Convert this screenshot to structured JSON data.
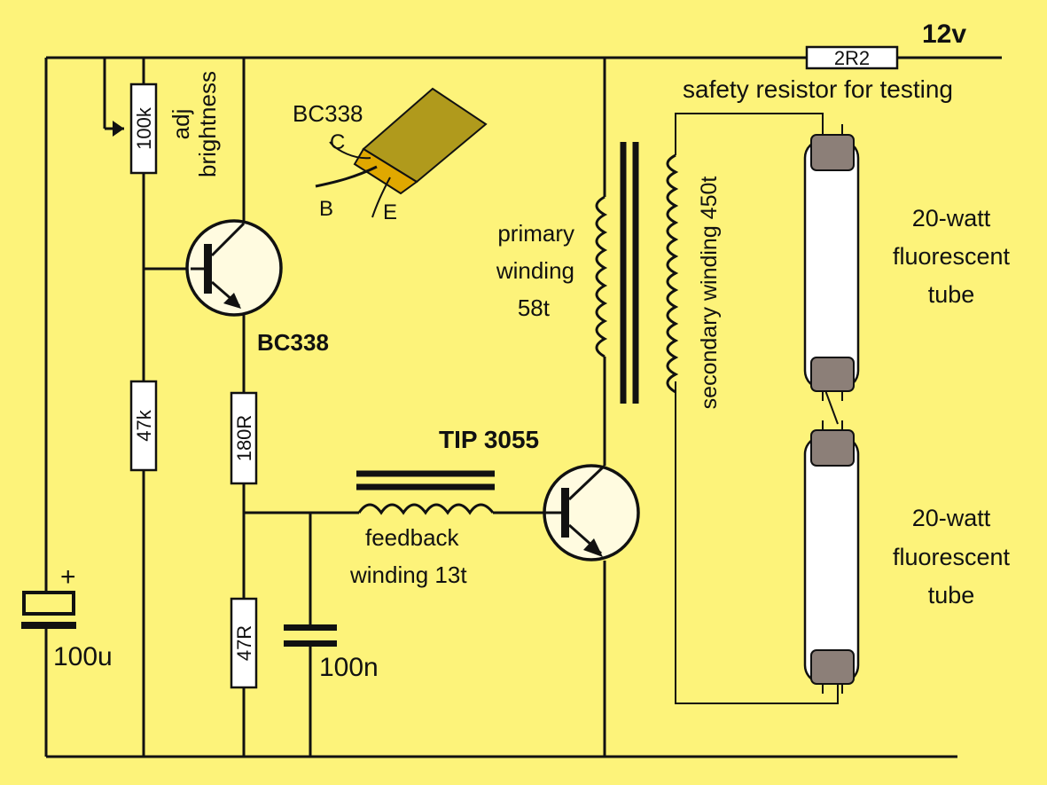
{
  "labels": {
    "supply": "12v",
    "safety_resistor": "2R2",
    "safety_note": "safety resistor for testing",
    "pot_value": "100k",
    "adj_line1": "adj",
    "adj_line2": "brightness",
    "r_47k": "47k",
    "r_180r": "180R",
    "r_47r": "47R",
    "cap_electrolytic": "100u",
    "cap_plus": "+",
    "cap_100n": "100n",
    "q1_type": "BC338",
    "pinout_title": "BC338",
    "pin_c": "C",
    "pin_b": "B",
    "pin_e": "E",
    "q2_type": "TIP 3055",
    "primary_line1": "primary",
    "primary_line2": "winding",
    "primary_line3": "58t",
    "secondary": "secondary winding 450t",
    "feedback_line1": "feedback",
    "feedback_line2": "winding 13t",
    "tube1_line1": "20-watt",
    "tube1_line2": "fluorescent",
    "tube1_line3": "tube",
    "tube2_line1": "20-watt",
    "tube2_line2": "fluorescent",
    "tube2_line3": "tube"
  },
  "colors": {
    "background": "#fdf37a",
    "transistor_body": "#fffbe0",
    "tube_body": "#ffffff",
    "tube_cap": "#8c7f78",
    "pinout_body": "#b09a1c",
    "pinout_face": "#e0a800"
  }
}
